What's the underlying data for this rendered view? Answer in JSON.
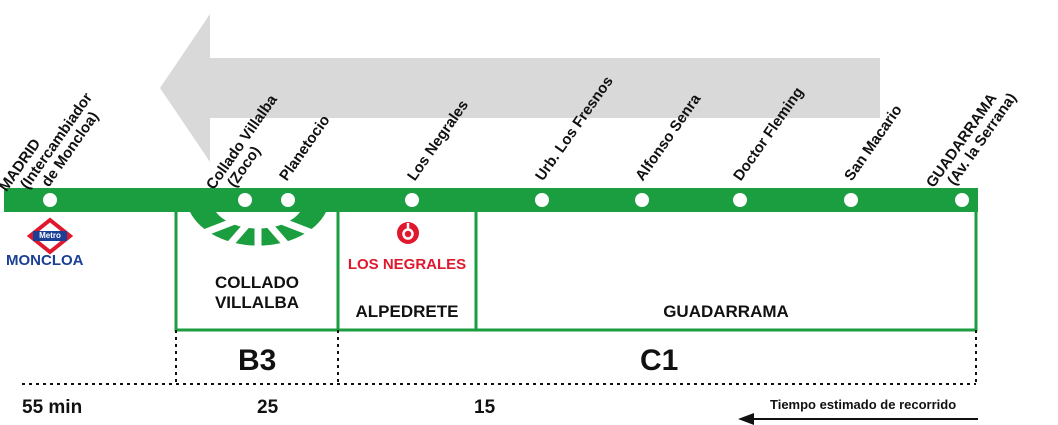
{
  "colors": {
    "line": "#1a9e3f",
    "arrow": "#d9d9d9",
    "metro_red": "#e0182d",
    "metro_blue": "#1b3f94",
    "renfe_red": "#e0182d"
  },
  "stops": [
    {
      "id": "madrid",
      "lines": [
        "MADRID",
        "(Intercambiador",
        "de Moncloa)"
      ]
    },
    {
      "id": "collado-villalba",
      "lines": [
        "Collado Villalba",
        "(Zoco)"
      ]
    },
    {
      "id": "planetocio",
      "lines": [
        "Planetocio"
      ]
    },
    {
      "id": "los-negrales",
      "lines": [
        "Los Negrales"
      ]
    },
    {
      "id": "urb-los-fresnos",
      "lines": [
        "Urb. Los Fresnos"
      ]
    },
    {
      "id": "alfonso-senra",
      "lines": [
        "Alfonso Senra"
      ]
    },
    {
      "id": "doctor-fleming",
      "lines": [
        "Doctor Fleming"
      ]
    },
    {
      "id": "san-macario",
      "lines": [
        "San Macario"
      ]
    },
    {
      "id": "guadarrama",
      "lines": [
        "GUADARRAMA",
        "(Av. la Serrana)"
      ]
    }
  ],
  "metro": {
    "badge": "Metro",
    "station": "MONCLOA"
  },
  "renfe": {
    "station": "LOS NEGRALES",
    "icon": "renfe-icon"
  },
  "municipalities": [
    {
      "id": "collado-villalba",
      "lines": [
        "COLLADO",
        "VILLALBA"
      ]
    },
    {
      "id": "alpedrete",
      "lines": [
        "ALPEDRETE"
      ]
    },
    {
      "id": "guadarrama",
      "lines": [
        "GUADARRAMA"
      ]
    }
  ],
  "fare_zones": [
    "B3",
    "C1"
  ],
  "times": [
    "55 min",
    "25",
    "15"
  ],
  "legend": {
    "text": "Tiempo estimado de recorrido"
  }
}
